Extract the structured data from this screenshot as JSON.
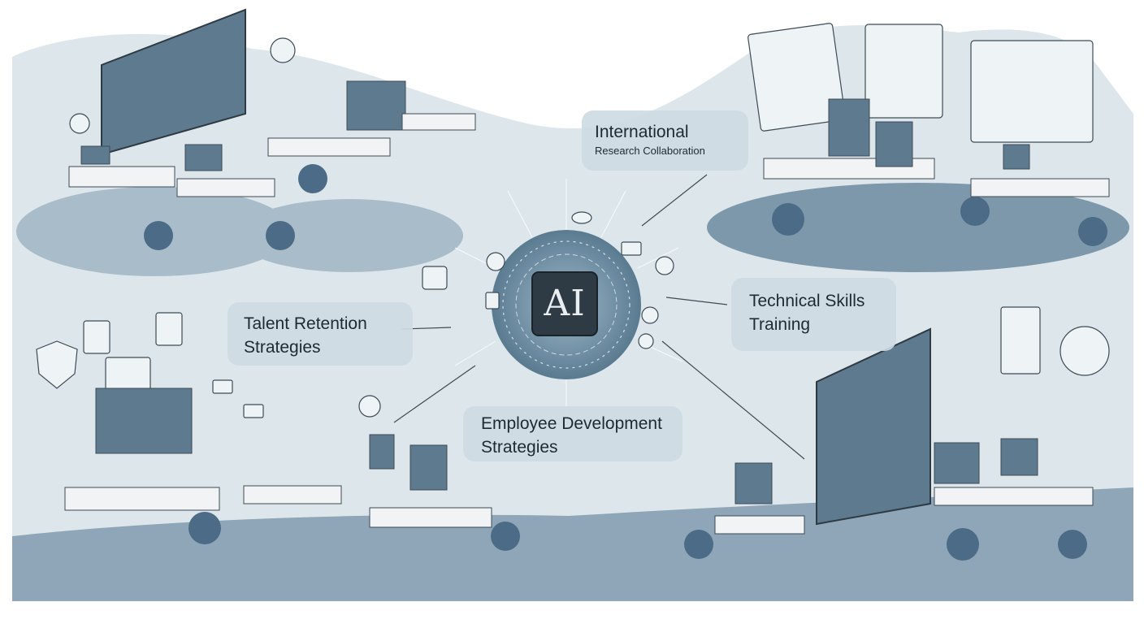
{
  "center": {
    "label": "AI"
  },
  "labels": {
    "international": {
      "title": "International",
      "subtitle": "Research Collaboration"
    },
    "talent": {
      "line1": "Talent Retention",
      "line2": "Strategies"
    },
    "technical": {
      "line1": "Technical Skills",
      "line2": "Training"
    },
    "employee": {
      "line1": "Employee Development",
      "line2": "Strategies"
    }
  },
  "colors": {
    "background": "#dde6eb",
    "floor": "#8ea6b8",
    "label_box": "#cedbe3",
    "chip": "#2f3b44",
    "chip_glow": "#5e7f95",
    "text": "#1e2a33",
    "screen": "#5d7a8f",
    "desk": "#f1f3f5",
    "chair": "#4b6b86"
  },
  "icons": [
    "chat-bubble-icon",
    "envelope-icon",
    "padlock-icon",
    "gear-icon",
    "document-icon",
    "bar-chart-icon",
    "shield-icon",
    "lightbulb-icon",
    "cloud-icon"
  ]
}
